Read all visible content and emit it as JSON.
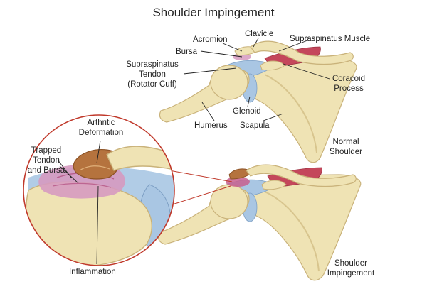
{
  "title": "Shoulder Impingement",
  "labels": {
    "acromion": "Acromion",
    "clavicle": "Clavicle",
    "supraspinatus_muscle": "Supraspinatus Muscle",
    "bursa": "Bursa",
    "supraspinatus_tendon": [
      "Supraspinatus",
      "Tendon",
      "(Rotator Cuff)"
    ],
    "coracoid_process": [
      "Coracoid",
      "Process"
    ],
    "glenoid": "Glenoid",
    "humerus": "Humerus",
    "scapula": "Scapula",
    "normal_shoulder": [
      "Normal",
      "Shoulder"
    ],
    "arthritic_deformation": [
      "Arthritic",
      "Deformation"
    ],
    "trapped_tendon_bursa": [
      "Trapped",
      "Tendon",
      "and Bursa"
    ],
    "inflammation": "Inflammation",
    "shoulder_impingement": [
      "Shoulder",
      "Impingement"
    ]
  },
  "colors": {
    "bone": "#efe3b4",
    "bone_edge": "#c9b27a",
    "muscle": "#c4475b",
    "tendon": "#a9c6e3",
    "bursa": "#d69ac0",
    "bursa_inflamed": "#c85f8e",
    "arthritic": "#b5733e",
    "magnifier_ring": "#c0392b"
  }
}
